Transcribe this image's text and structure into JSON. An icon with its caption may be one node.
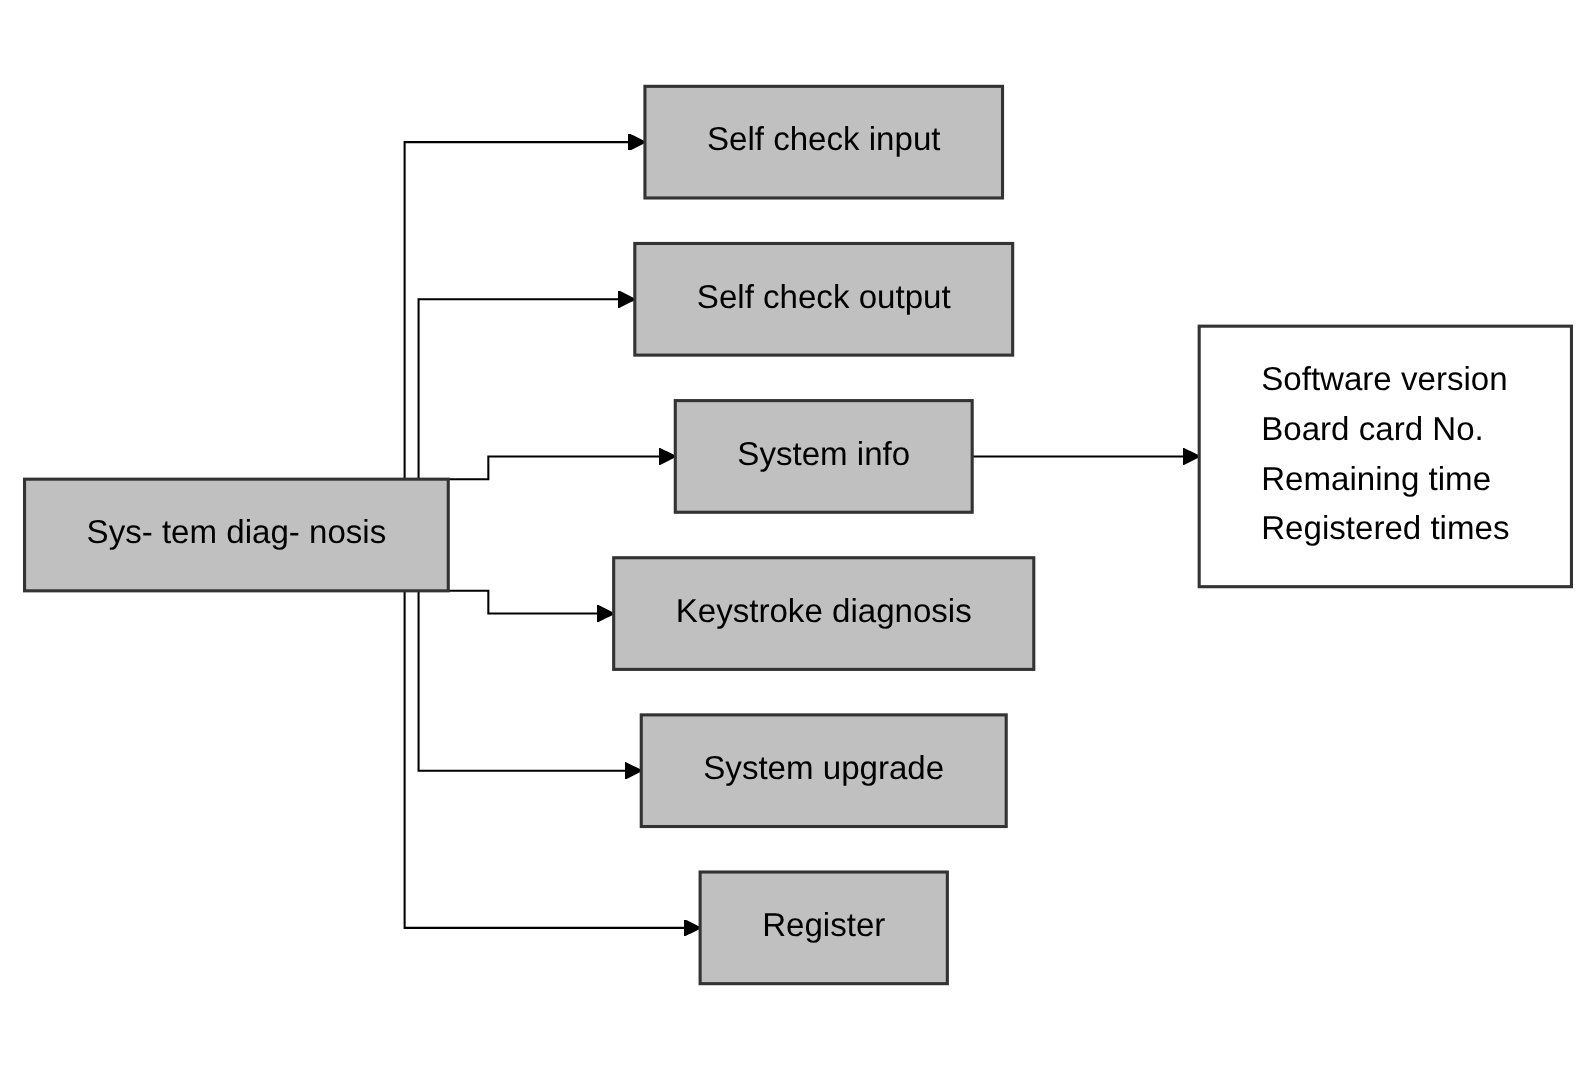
{
  "diagram": {
    "nodes": [
      {
        "text": [
          "Sys- tem diag- nosis"
        ]
      },
      {
        "text": [
          "Self check input"
        ]
      },
      {
        "text": [
          "Self check output"
        ]
      },
      {
        "text": [
          "System info"
        ]
      },
      {
        "text": [
          "Keystroke diagnosis"
        ]
      },
      {
        "text": [
          "System upgrade"
        ]
      },
      {
        "text": [
          "Register"
        ]
      },
      {
        "text": [
          "Software version",
          "Board card No.",
          "Remaining time",
          "Registered times"
        ]
      }
    ],
    "edges": [
      {
        "from": 0,
        "to": 1,
        "arrow": "to"
      },
      {
        "from": 0,
        "to": 2,
        "arrow": "to"
      },
      {
        "from": 0,
        "to": 3,
        "arrow": "to"
      },
      {
        "from": 0,
        "to": 4,
        "arrow": "to"
      },
      {
        "from": 0,
        "to": 5,
        "arrow": "to"
      },
      {
        "from": 0,
        "to": 6,
        "arrow": "to"
      },
      {
        "from": 3,
        "to": 7,
        "arrow": "to"
      }
    ]
  }
}
